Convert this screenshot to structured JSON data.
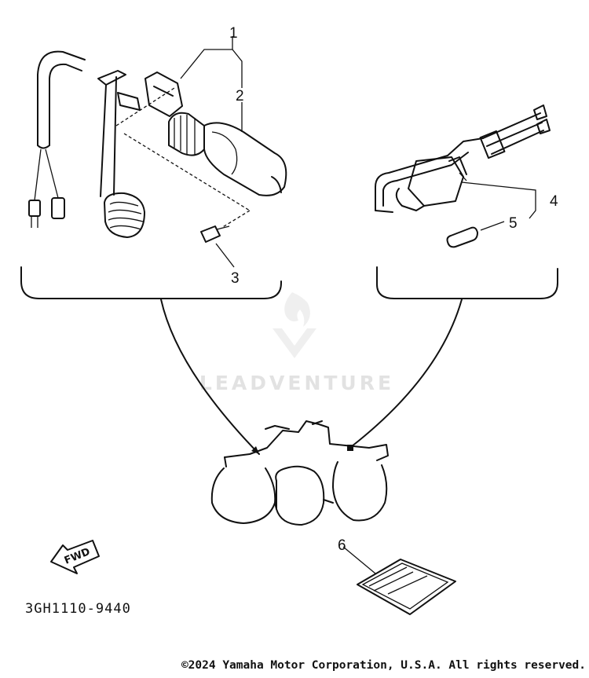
{
  "diagram": {
    "callouts": [
      "1",
      "2",
      "3",
      "4",
      "5",
      "6"
    ],
    "part_code": "3GH1110-9440",
    "fwd_label": "FWD",
    "watermark": "LEADVENTURE",
    "copyright": "©2024 Yamaha Motor Corporation, U.S.A. All rights reserved."
  }
}
